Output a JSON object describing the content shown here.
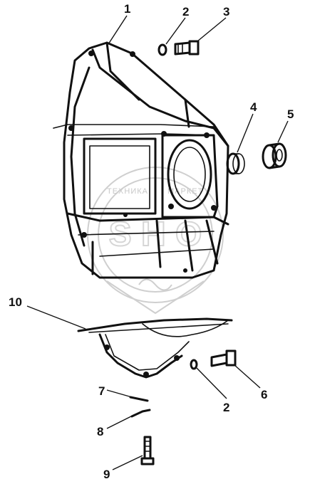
{
  "watermark": {
    "text": "ТЕХНИКА",
    "text2": "МАРКЕТ"
  },
  "labels": [
    "1",
    "2",
    "3",
    "4",
    "5",
    "10",
    "2",
    "6",
    "7",
    "8",
    "9"
  ]
}
